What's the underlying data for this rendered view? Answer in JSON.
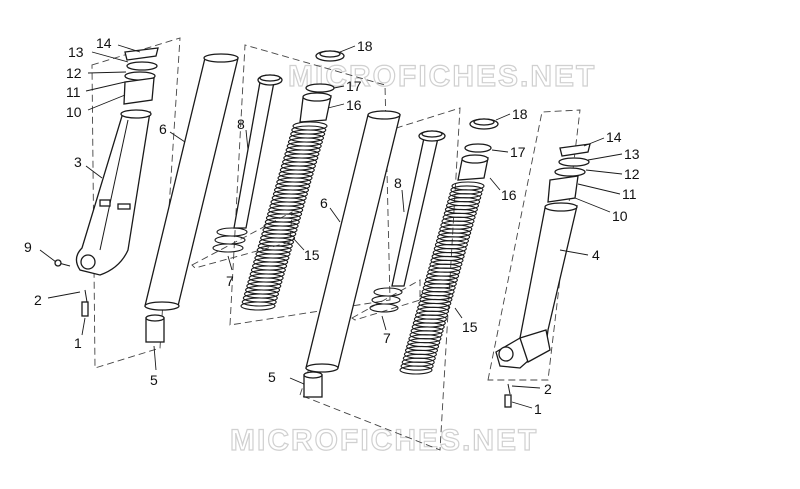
{
  "watermark": "MICROFICHES.NET",
  "callouts": [
    {
      "id": "c14a",
      "text": "14"
    },
    {
      "id": "c13a",
      "text": "13"
    },
    {
      "id": "c12a",
      "text": "12"
    },
    {
      "id": "c11a",
      "text": "11"
    },
    {
      "id": "c10a",
      "text": "10"
    },
    {
      "id": "c3",
      "text": "3"
    },
    {
      "id": "c9",
      "text": "9"
    },
    {
      "id": "c2a",
      "text": "2"
    },
    {
      "id": "c1a",
      "text": "1"
    },
    {
      "id": "c6a",
      "text": "6"
    },
    {
      "id": "c5a",
      "text": "5"
    },
    {
      "id": "c8a",
      "text": "8"
    },
    {
      "id": "c7a",
      "text": "7"
    },
    {
      "id": "c15a",
      "text": "15"
    },
    {
      "id": "c16a",
      "text": "16"
    },
    {
      "id": "c17a",
      "text": "17"
    },
    {
      "id": "c18a",
      "text": "18"
    },
    {
      "id": "c6b",
      "text": "6"
    },
    {
      "id": "c5b",
      "text": "5"
    },
    {
      "id": "c8b",
      "text": "8"
    },
    {
      "id": "c7b",
      "text": "7"
    },
    {
      "id": "c15b",
      "text": "15"
    },
    {
      "id": "c18b",
      "text": "18"
    },
    {
      "id": "c17b",
      "text": "17"
    },
    {
      "id": "c16b",
      "text": "16"
    },
    {
      "id": "c14b",
      "text": "14"
    },
    {
      "id": "c13b",
      "text": "13"
    },
    {
      "id": "c12b",
      "text": "12"
    },
    {
      "id": "c11b",
      "text": "11"
    },
    {
      "id": "c10b",
      "text": "10"
    },
    {
      "id": "c4",
      "text": "4"
    },
    {
      "id": "c2b",
      "text": "2"
    },
    {
      "id": "c1b",
      "text": "1"
    }
  ]
}
